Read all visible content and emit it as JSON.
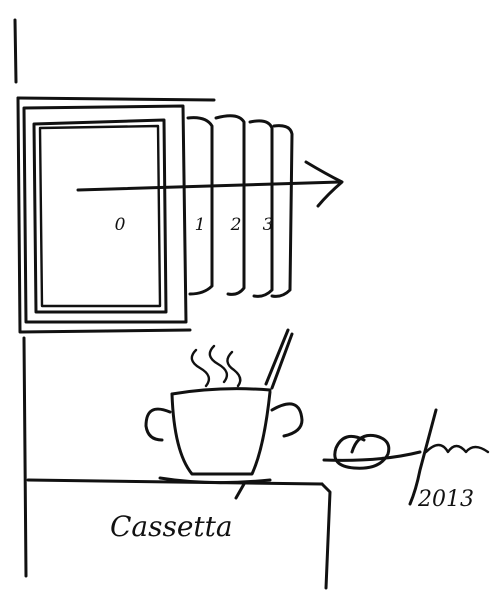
{
  "labels": {
    "frame_0": "0",
    "frame_1": "1",
    "frame_2": "2",
    "frame_3": "3",
    "drawer": "Cassetta",
    "year": "2013"
  },
  "signature_text": "Ottavio Fusaro"
}
